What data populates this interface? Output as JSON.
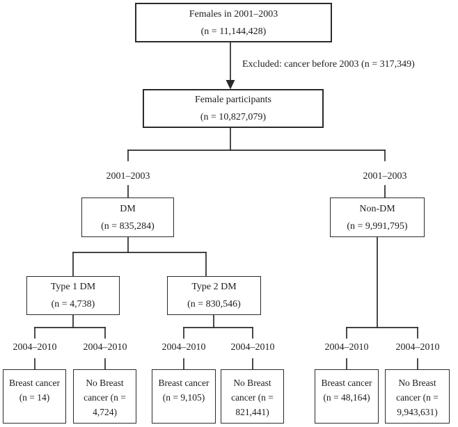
{
  "flowchart": {
    "source_population": {
      "line1": "Females in 2001–2003",
      "line2": "(n = 11,144,428)"
    },
    "exclusion_note": "Excluded: cancer before 2003 (n = 317,349)",
    "participants": {
      "line1": "Female participants",
      "line2": "(n = 10,827,079)"
    },
    "baseline_period_left": "2001–2003",
    "baseline_period_right": "2001–2003",
    "dm": {
      "line1": "DM",
      "line2": "(n = 835,284)"
    },
    "non_dm": {
      "line1": "Non-DM",
      "line2": "(n = 9,991,795)"
    },
    "type1_dm": {
      "line1": "Type 1 DM",
      "line2": "(n = 4,738)"
    },
    "type2_dm": {
      "line1": "Type 2 DM",
      "line2": "(n = 830,546)"
    },
    "followup_periods": [
      "2004–2010",
      "2004–2010",
      "2004–2010",
      "2004–2010",
      "2004–2010",
      "2004–2010"
    ],
    "outcomes": [
      {
        "lines": [
          "Breast cancer",
          "(n = 14)"
        ]
      },
      {
        "lines": [
          "No Breast",
          "cancer (n =",
          "4,724)"
        ]
      },
      {
        "lines": [
          "Breast cancer",
          "(n = 9,105)"
        ]
      },
      {
        "lines": [
          "No Breast",
          "cancer (n =",
          "821,441)"
        ]
      },
      {
        "lines": [
          "Breast cancer",
          "(n = 48,164)"
        ]
      },
      {
        "lines": [
          "No Breast",
          "cancer (n =",
          "9,943,631)"
        ]
      }
    ],
    "line_color": "#2a2a2a"
  }
}
